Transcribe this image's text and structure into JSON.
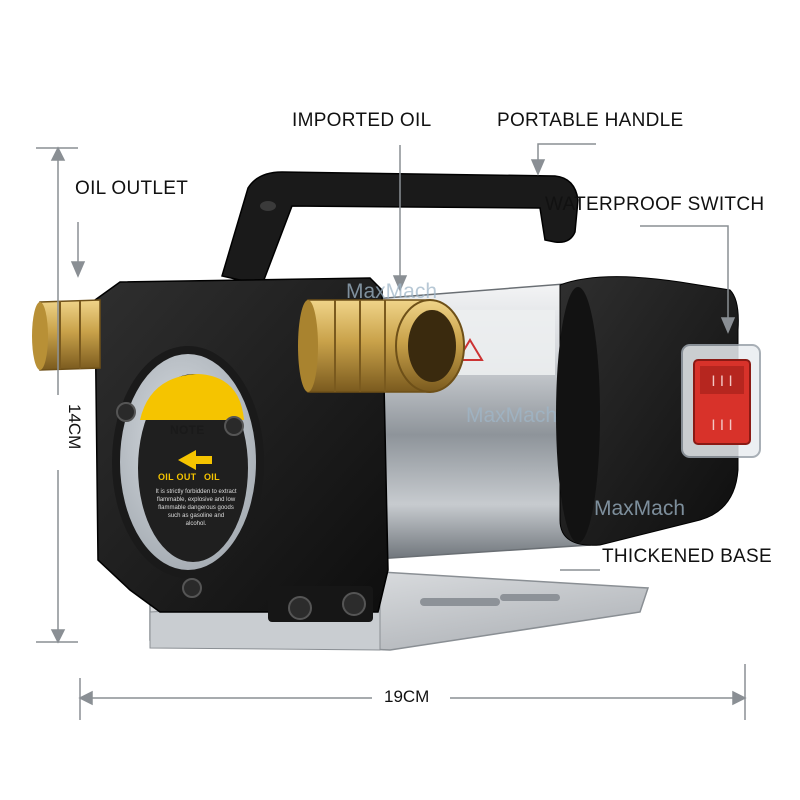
{
  "labels": {
    "imported_oil": "IMPORTED OIL",
    "portable_handle": "PORTABLE HANDLE",
    "oil_outlet": "OIL OUTLET",
    "waterproof_switch": "WATERPROOF SWITCH",
    "thickened_base": "THICKENED BASE"
  },
  "dimensions": {
    "height": "14CM",
    "width": "19CM"
  },
  "watermark": "MaxMach",
  "note_sticker": {
    "title": "NOTE",
    "oil_out": "OIL OUT",
    "oil_in": "OIL",
    "warning_lines": [
      "It is strictly forbidden to extract",
      "flammable, explosive and low",
      "flammable dangerous goods",
      "such as gasoline and",
      "alcohol."
    ]
  },
  "colors": {
    "pump_body": "#1c1c1c",
    "brass": "#c9a24a",
    "sticker_yellow": "#f5c400",
    "switch_red": "#d8322a",
    "cylinder": "#c9ccd0"
  }
}
